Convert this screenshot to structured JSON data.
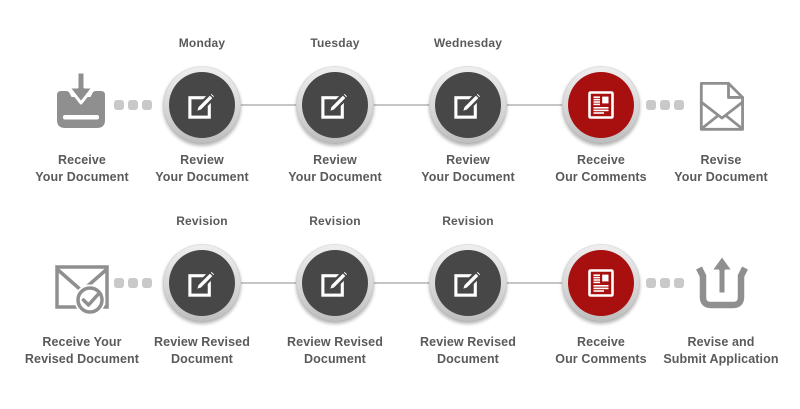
{
  "colors": {
    "accent_red": "#a81010",
    "step_dark": "#474747",
    "icon_gray": "#8f8f8f",
    "label_text": "#5a5a5a",
    "connector": "#c6c6c6",
    "dot": "#c9c9c9",
    "ring_light": "#efefef",
    "ring_shade": "#bdbdbd",
    "background": "#ffffff"
  },
  "rows": [
    {
      "name": "first-review-round",
      "start": {
        "icon": "inbox-receive-icon",
        "label": "Receive\nYour Document"
      },
      "steps": [
        {
          "day": "Monday",
          "label": "Review\nYour Document",
          "icon": "edit-pencil-icon",
          "type": "review"
        },
        {
          "day": "Tuesday",
          "label": "Review\nYour Document",
          "icon": "edit-pencil-icon",
          "type": "review"
        },
        {
          "day": "Wednesday",
          "label": "Review\nYour Document",
          "icon": "edit-pencil-icon",
          "type": "review"
        },
        {
          "day": "",
          "label": "Receive\nOur Comments",
          "icon": "comments-document-icon",
          "type": "comments"
        }
      ],
      "end": {
        "icon": "envelope-letter-icon",
        "label": "Revise\nYour Document"
      }
    },
    {
      "name": "revision-round",
      "start": {
        "icon": "envelope-check-icon",
        "label": "Receive Your\nRevised Document"
      },
      "steps": [
        {
          "day": "Revision",
          "label": "Review Revised\nDocument",
          "icon": "edit-pencil-icon",
          "type": "review"
        },
        {
          "day": "Revision",
          "label": "Review Revised\nDocument",
          "icon": "edit-pencil-icon",
          "type": "review"
        },
        {
          "day": "Revision",
          "label": "Review Revised\nDocument",
          "icon": "edit-pencil-icon",
          "type": "review"
        },
        {
          "day": "",
          "label": "Receive\nOur Comments",
          "icon": "comments-document-icon",
          "type": "comments"
        }
      ],
      "end": {
        "icon": "upload-submit-icon",
        "label": "Revise and\nSubmit Application"
      }
    }
  ]
}
